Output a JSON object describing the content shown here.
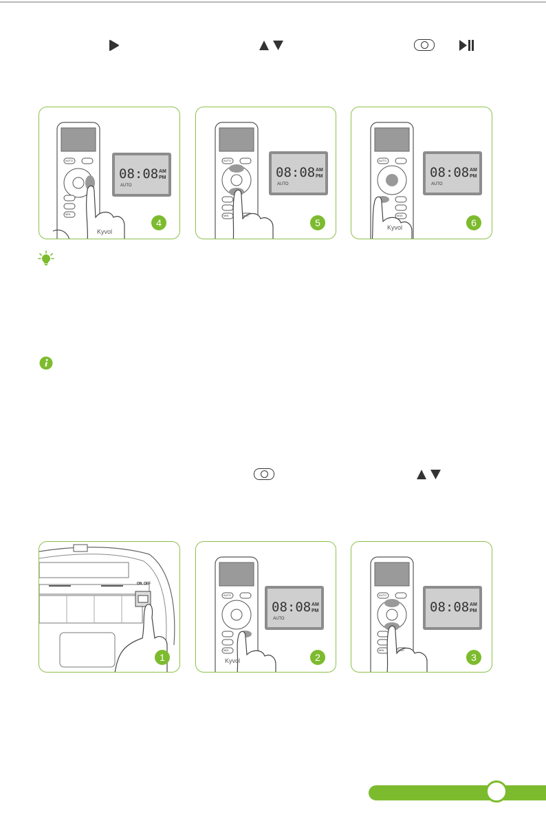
{
  "colors": {
    "accent": "#7dbb2e",
    "border": "#8cc04a",
    "lcd_bg": "#8c8c8c",
    "lcd_face": "#cfcfcf"
  },
  "icons": {
    "top_row": [
      "play-icon",
      "up-down-arrows-icon",
      "clock-button-icon",
      "play-pause-icon"
    ],
    "tip": "lightbulb-icon",
    "info": "info-icon",
    "mid_row": [
      "clock-button-icon",
      "up-down-arrows-icon"
    ]
  },
  "lcd": {
    "time": "08:08",
    "am": "AM",
    "pm": "PM",
    "auto": "AUTO"
  },
  "remote": {
    "auto_key": "AUTO",
    "min_key": "MIN",
    "max_key": "MAX",
    "brand": "Kyvol"
  },
  "panels_top": [
    {
      "step": "4"
    },
    {
      "step": "5"
    },
    {
      "step": "6"
    }
  ],
  "panels_bottom": [
    {
      "step": "1"
    },
    {
      "step": "2"
    },
    {
      "step": "3"
    }
  ],
  "switch_labels": {
    "on": "ON",
    "off": "OFF"
  }
}
